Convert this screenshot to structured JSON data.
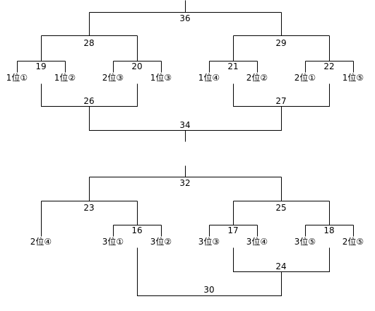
{
  "top_bracket": {
    "teams": [
      "1位①",
      "1位②",
      "2位③",
      "1位③",
      "1位④",
      "2位②",
      "2位①",
      "1位⑤"
    ],
    "match_numbers": {
      "m19": "19",
      "m20": "20",
      "m21": "21",
      "m22": "22",
      "m28": "28",
      "m29": "29",
      "m36": "36",
      "m26": "26",
      "m27": "27",
      "m34": "34"
    }
  },
  "bottom_bracket": {
    "teams": [
      "2位④",
      "3位①",
      "3位②",
      "3位③",
      "3位④",
      "3位⑤",
      "2位⑤"
    ],
    "match_numbers": {
      "m16": "16",
      "m17": "17",
      "m18": "18",
      "m23": "23",
      "m25": "25",
      "m32": "32",
      "m24": "24",
      "m30": "30"
    }
  }
}
